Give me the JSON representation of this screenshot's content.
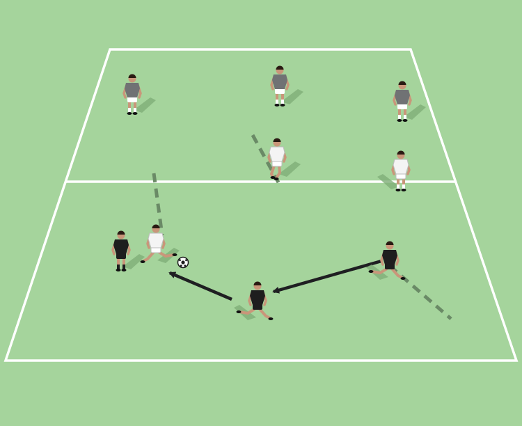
{
  "colors": {
    "pitch": "#a5d49c",
    "lines": "#ffffff",
    "arrow": "#1f1f22",
    "run_path": "#6a8a66",
    "shadow": "#7fae78",
    "team_grey": "#707274",
    "team_white": "#f4f4f4",
    "team_black": "#1e1e1e",
    "skin": "#c9967a",
    "hair": "#2a1a12"
  },
  "players": [
    {
      "team": "grey",
      "role": "standing"
    },
    {
      "team": "grey",
      "role": "standing"
    },
    {
      "team": "grey",
      "role": "standing"
    },
    {
      "team": "white",
      "role": "running"
    },
    {
      "team": "white",
      "role": "standing"
    },
    {
      "team": "white",
      "role": "kicking"
    },
    {
      "team": "black",
      "role": "standing"
    },
    {
      "team": "black",
      "role": "passing"
    },
    {
      "team": "black",
      "role": "passing"
    }
  ],
  "ball": "ball-icon",
  "arrows": [
    "pass-arrow",
    "pass-arrow"
  ],
  "runs": [
    "run-path",
    "run-path",
    "run-path"
  ]
}
